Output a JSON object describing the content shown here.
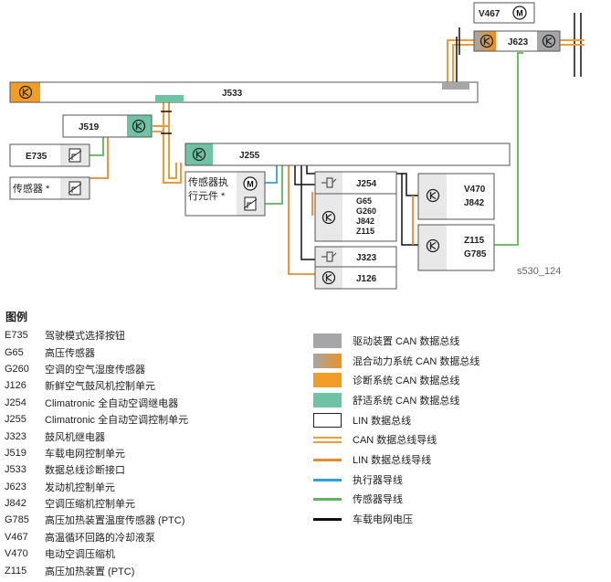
{
  "colors": {
    "drive_can": "#a6a6a8",
    "hybrid_can_from": "#a6a6a8",
    "hybrid_can_to": "#f0901e",
    "diag_can": "#f39c26",
    "comfort_can": "#6dc3a4",
    "can_wire": "#f09b3a",
    "lin_wire": "#e8892f",
    "actuator_wire": "#2aa3dc",
    "sensor_wire": "#5bb85a",
    "power_wire": "#111111"
  },
  "diagram": {
    "v467": "V467",
    "j623": "J623",
    "j533": "J533",
    "j519": "J519",
    "e735": "E735",
    "sensor_box": "传感器 *",
    "j255": "J255",
    "sensor_actuator_line1": "传感器执",
    "sensor_actuator_line2": "行元件 *",
    "j254": "J254",
    "g65_group": [
      "G65",
      "G260",
      "J842",
      "Z115"
    ],
    "v470": "V470",
    "j842": "J842",
    "z115": "Z115",
    "g785": "G785",
    "j323": "J323",
    "j126": "J126",
    "figure_id": "s530_124",
    "motor_symbol": "M"
  },
  "legend": {
    "title": "图例",
    "items": [
      {
        "code": "E735",
        "desc": "驾驶模式选择按钮"
      },
      {
        "code": "G65",
        "desc": "高压传感器"
      },
      {
        "code": "G260",
        "desc": "空调的空气湿度传感器"
      },
      {
        "code": "J126",
        "desc": "新鲜空气鼓风机控制单元"
      },
      {
        "code": "J254",
        "desc": "Climatronic 全自动空调继电器"
      },
      {
        "code": "J255",
        "desc": "Climatronic 全自动空调控制单元"
      },
      {
        "code": "J323",
        "desc": "鼓风机继电器"
      },
      {
        "code": "J519",
        "desc": "车载电网控制单元"
      },
      {
        "code": "J533",
        "desc": "数据总线诊断接口"
      },
      {
        "code": "J623",
        "desc": "发动机控制单元"
      },
      {
        "code": "J842",
        "desc": "空调压缩机控制单元"
      },
      {
        "code": "G785",
        "desc": "高压加热装置温度传感器 (PTC)"
      },
      {
        "code": "V467",
        "desc": "高温循环回路的冷却液泵"
      },
      {
        "code": "V470",
        "desc": "电动空调压缩机"
      },
      {
        "code": "Z115",
        "desc": "高压加热装置 (PTC)"
      }
    ],
    "bus_items": [
      {
        "label": "驱动装置 CAN 数据总线",
        "kind": "drive"
      },
      {
        "label": "混合动力系统 CAN 数据总线",
        "kind": "hybrid"
      },
      {
        "label": "诊断系统 CAN 数据总线",
        "kind": "diag"
      },
      {
        "label": "舒适系统 CAN 数据总线",
        "kind": "comfort"
      },
      {
        "label": "LIN 数据总线",
        "kind": "lin"
      },
      {
        "label": "CAN 数据总线导线",
        "kind": "canwire"
      },
      {
        "label": "LIN 数据总线导线",
        "kind": "linwire"
      },
      {
        "label": "执行器导线",
        "kind": "actuator"
      },
      {
        "label": "传感器导线",
        "kind": "sensor"
      },
      {
        "label": "车载电网电压",
        "kind": "power"
      }
    ]
  }
}
